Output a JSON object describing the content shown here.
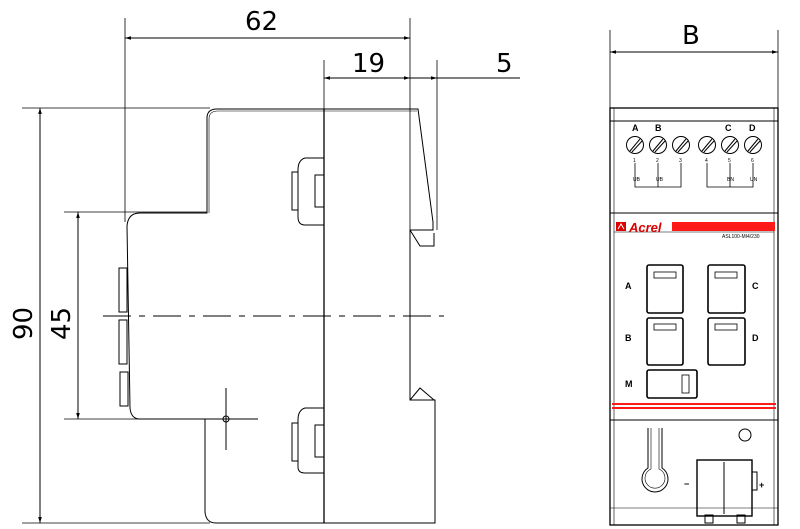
{
  "dimensions": {
    "overall_depth": "62",
    "front_depth": "19",
    "lip": "5",
    "height": "90",
    "rail_height": "45",
    "width": "B"
  },
  "front_panel": {
    "brand": "Acrel",
    "model": "ASL100-MI4/230",
    "terminal_letters": [
      "A",
      "B",
      "C",
      "D"
    ],
    "terminal_numbers": [
      "1",
      "2",
      "3",
      "4",
      "5",
      "6"
    ],
    "terminal_subs": [
      "UB",
      "UB",
      "BN",
      "UN"
    ],
    "button_labels": {
      "a": "A",
      "b": "B",
      "c": "C",
      "d": "D",
      "m": "M"
    },
    "minus": "−",
    "plus": "+"
  },
  "colors": {
    "accent": "#ff1a1a",
    "line": "#000000"
  }
}
